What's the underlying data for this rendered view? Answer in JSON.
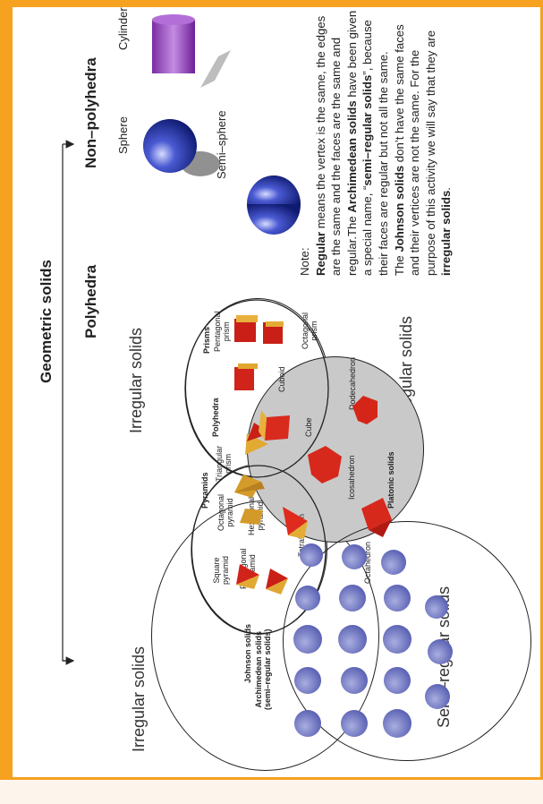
{
  "title": "Geometric solids",
  "branches": {
    "polyhedra": "Polyhedra",
    "non_polyhedra": "Non–polyhedra"
  },
  "non_polyhedra_shapes": {
    "sphere": "Sphere",
    "cylinder": "Cylinder",
    "semi_sphere": "Semi–sphere"
  },
  "labels": {
    "irregular_solids_top": "Irregular solids",
    "irregular_solids_left": "Irregular solids",
    "regular_solids": "Regular solids",
    "semi_regular_solids": "Semi–regular solids",
    "johnson_solids": "Johnson solids",
    "archimedean_solids_line1": "Archimedean solids",
    "archimedean_solids_line2": "(semi–regular solids)",
    "polyhedra_set": "Polyhedra",
    "prisms": "Prisms",
    "pyramids": "Pyramids",
    "platonic_solids": "Platonic solids"
  },
  "shapes": {
    "pentagonal_prism": [
      "Pentagonal",
      "prism"
    ],
    "cuboid": "Cuboid",
    "octagonal_prism": [
      "Octagonal",
      "prism"
    ],
    "triangular_prism": [
      "Triangular",
      "prism"
    ],
    "cube": "Cube",
    "dodecahedron": "Dodecahedron",
    "octagonal_pyramid": [
      "Octagonal",
      "pyramid"
    ],
    "hexagonal_pyramid": [
      "Hexagonal",
      "pyramid"
    ],
    "tetrahedron": "Tetrahedron",
    "icosahedron": "Icosahedron",
    "square_pyramid": [
      "Square",
      "pyramid"
    ],
    "pentagonal_pyramid": [
      "Pentagonal",
      "pyramid"
    ],
    "octahedron": "Octahedron"
  },
  "note": {
    "heading": "Note:",
    "p1_bold1": "Regular",
    "p1_text1": " means the vertex is the same, the edges are the same and the faces are the same and regular.The ",
    "p1_bold2": "Archimedean solids",
    "p1_text2": " have been given a special name, “",
    "p1_bold3": "semi–regular solids",
    "p1_text3": "”, because their faces are regular but not all the same.",
    "p2_text1": "The ",
    "p2_bold1": "Johnson solids",
    "p2_text2": " don’t have the same faces and their vertices are not the same. For the purpose of this activity we will say that they are ",
    "p2_bold2": "irregular solids",
    "p2_text3": "."
  },
  "colors": {
    "background": "#f6a11f",
    "platonic_fill": "#c8c8c8",
    "solid_red": "#d8261c",
    "solid_gold": "#d9a02a",
    "archimedean_blue": "#5d63b3",
    "sphere_blue": "#2a38a0",
    "cylinder_purple": "#9a3fc0"
  }
}
